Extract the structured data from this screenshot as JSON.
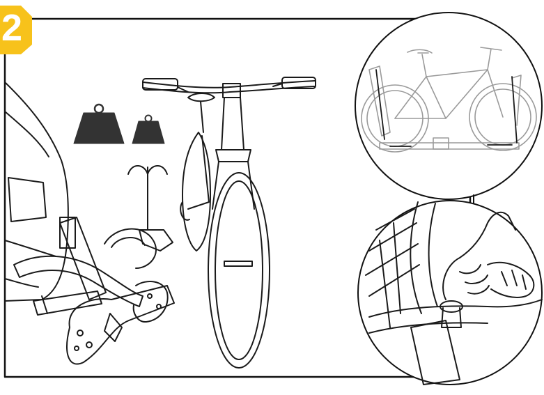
{
  "step": {
    "number": "2",
    "badge_color": "#f7c21b"
  },
  "colors": {
    "line": "#1a1a1a",
    "frame": "#111111",
    "weight_fill": "#333333",
    "faded_line": "#9a9a9a"
  },
  "illustration": {
    "weights": [
      {
        "size": "large"
      },
      {
        "size": "small"
      }
    ],
    "detail_insets": [
      {
        "subject": "bike-loaded-on-rack"
      },
      {
        "subject": "hand-tightening-wheel-clamp"
      }
    ]
  }
}
